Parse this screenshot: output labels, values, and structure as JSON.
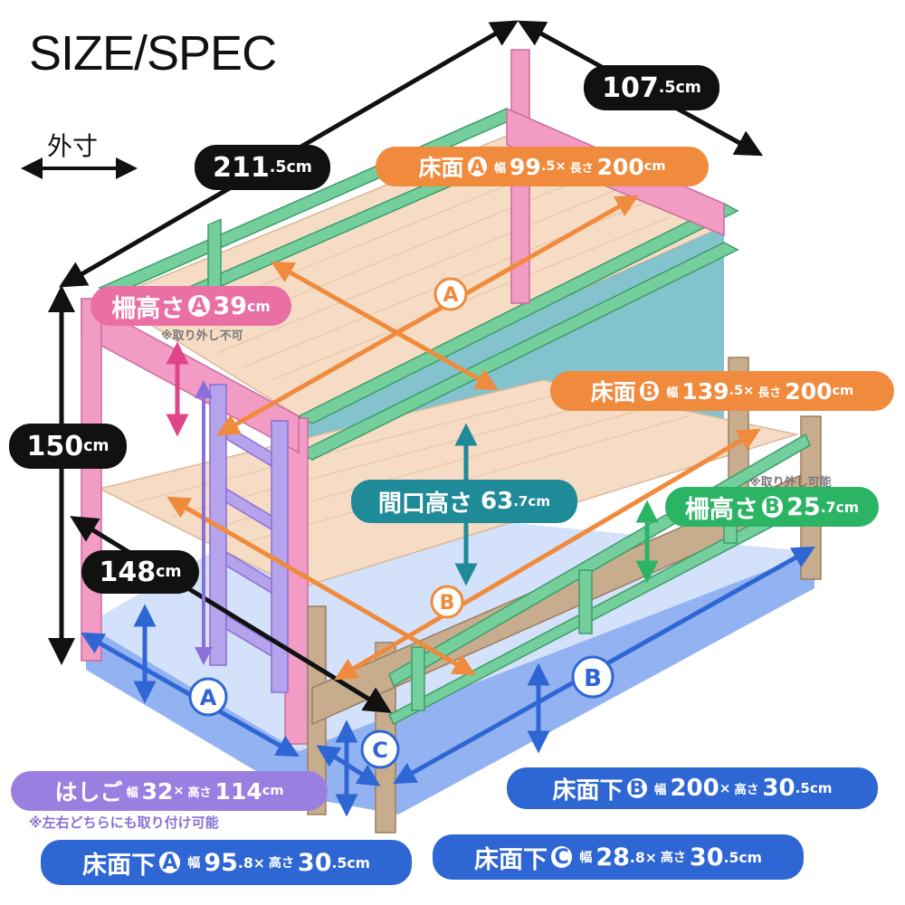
{
  "title": "SIZE/SPEC",
  "outer_label": "外寸",
  "dims": {
    "length": {
      "main": "211",
      "sub": ".5cm"
    },
    "depth": {
      "main": "107",
      "sub": ".5cm"
    },
    "height": {
      "main": "150",
      "sub": "cm"
    },
    "lower_length": {
      "main": "148",
      "sub": "cm"
    }
  },
  "labels": {
    "floor_a": {
      "prefix": "床面",
      "badge": "A",
      "w": "幅",
      "v1": "99",
      "v1s": ".5",
      "x": "×",
      "l": "長さ",
      "v2": "200",
      "unit": "cm"
    },
    "floor_b": {
      "prefix": "床面",
      "badge": "B",
      "w": "幅",
      "v1": "139",
      "v1s": ".5",
      "x": "×",
      "l": "長さ",
      "v2": "200",
      "unit": "cm"
    },
    "fence_a": {
      "prefix": "柵高さ",
      "badge": "A",
      "v": "39",
      "unit": "cm",
      "note": "※取り外し不可"
    },
    "fence_b": {
      "prefix": "柵高さ",
      "badge": "B",
      "v": "25",
      "vs": ".7cm",
      "note": "※取り外し可能"
    },
    "opening": {
      "text": "間口高さ",
      "v": "63",
      "vs": ".7cm"
    },
    "ladder": {
      "prefix": "はしご",
      "w": "幅",
      "v1": "32",
      "x": "×",
      "h": "高さ",
      "v2": "114",
      "unit": "cm",
      "note": "※左右どちらにも取り付け可能"
    },
    "under_a": {
      "prefix": "床面下",
      "badge": "A",
      "w": "幅",
      "v1": "95",
      "v1s": ".8",
      "x": "×",
      "h": "高さ",
      "v2": "30",
      "v2s": ".5cm"
    },
    "under_b": {
      "prefix": "床面下",
      "badge": "B",
      "w": "幅",
      "v1": "200",
      "x": "×",
      "h": "高さ",
      "v2": "30",
      "v2s": ".5cm"
    },
    "under_c": {
      "prefix": "床面下",
      "badge": "C",
      "w": "幅",
      "v1": "28",
      "v1s": ".8",
      "x": "×",
      "h": "高さ",
      "v2": "30",
      "v2s": ".5cm"
    }
  },
  "markers": {
    "a": "A",
    "b": "B",
    "c": "C"
  },
  "colors": {
    "green_frame": "#74cf9d",
    "pink_frame": "#f19bc5",
    "wood": "#c8ac8e",
    "slats": "#f6dcc4",
    "blue_area": "#7fa5ee",
    "teal_area": "#6db8c4",
    "orange": "#f08a3c",
    "ladder": "#b5a3ec"
  }
}
